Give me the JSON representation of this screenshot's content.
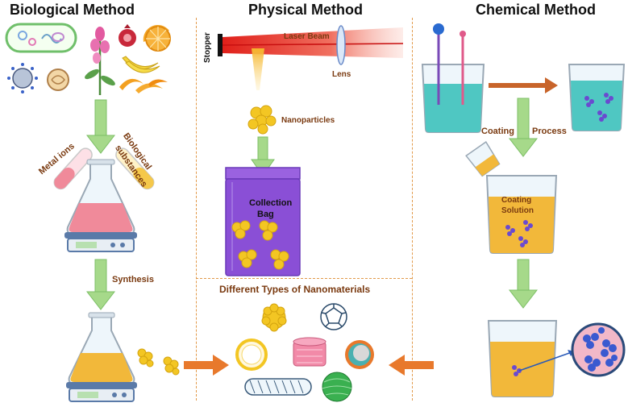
{
  "sections": {
    "biological": {
      "title": "Biological Method",
      "metal_ions": "Metal ions",
      "biological_substances_line1": "Biological",
      "biological_substances_line2": "substances",
      "synthesis": "Synthesis"
    },
    "physical": {
      "title": "Physical Method",
      "stopper": "Stopper",
      "laser_beam": "Laser Beam",
      "lens": "Lens",
      "nanoparticles": "Nanoparticles",
      "collection_bag_line1": "Collection",
      "collection_bag_line2": "Bag",
      "nanomaterials_title": "Different Types of Nanomaterials"
    },
    "chemical": {
      "title": "Chemical Method",
      "coating_process_1": "Coating",
      "coating_process_2": "Process",
      "coating_solution_1": "Coating",
      "coating_solution_2": "Solution"
    }
  },
  "colors": {
    "arrow_green": "#a6d98a",
    "arrow_orange": "#e8792c",
    "divider": "#e29a4a",
    "label_brown": "#7a3a10",
    "bag_purple": "#8a4fd6",
    "liquid_teal": "#4fc7c2",
    "liquid_amber": "#f2b83a",
    "liquid_pink": "#f08a9a"
  }
}
